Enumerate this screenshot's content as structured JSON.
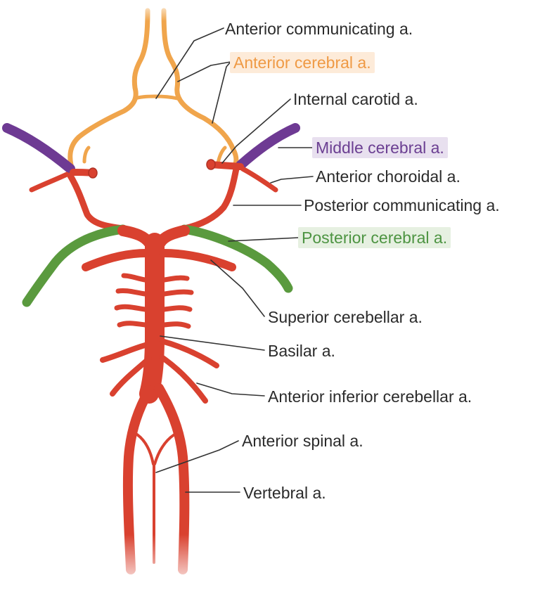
{
  "labels": {
    "anterior_communicating": "Anterior communicating a.",
    "anterior_cerebral": "Anterior cerebral a.",
    "internal_carotid": "Internal carotid a.",
    "middle_cerebral": "Middle cerebral a.",
    "anterior_choroidal": "Anterior choroidal a.",
    "posterior_communicating": "Posterior communicating a.",
    "posterior_cerebral": "Posterior cerebral a.",
    "superior_cerebellar": "Superior cerebellar a.",
    "basilar": "Basilar a.",
    "anterior_inferior_cerebellar": "Anterior inferior cerebellar a.",
    "anterior_spinal": "Anterior spinal a.",
    "vertebral": "Vertebral a."
  },
  "colors": {
    "artery_red": "#d9412f",
    "anterior_cerebral_orange": "#f0a54c",
    "middle_cerebral_purple": "#6e3a93",
    "posterior_cerebral_green": "#5a9a3e",
    "highlight_orange_bg": "#fdebd9",
    "highlight_purple_bg": "#e8e0ef",
    "highlight_green_bg": "#e6f0e1",
    "highlight_orange_text": "#ef9a45",
    "highlight_purple_text": "#6b3f92",
    "highlight_green_text": "#4d9442",
    "leader_line": "#333333"
  }
}
